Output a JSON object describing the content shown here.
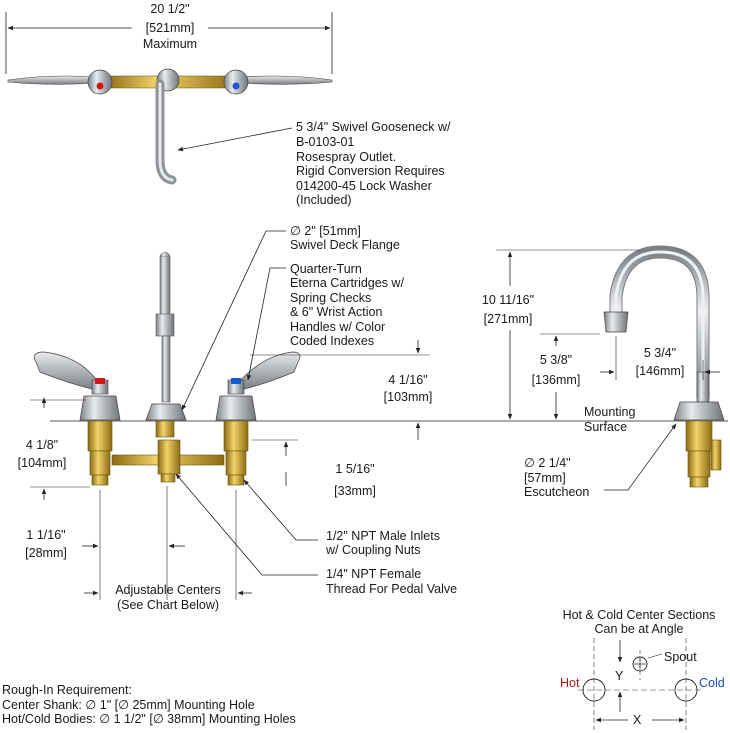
{
  "top_view": {
    "overall_width_in": "20 1/2\"",
    "overall_width_mm": "[521mm]",
    "overall_width_note": "Maximum",
    "gooseneck_note": [
      "5 3/4\" Swivel Gooseneck w/",
      "B-0103-01",
      "Rosespray Outlet.",
      "Rigid Conversion Requires",
      "014200-45 Lock Washer",
      "(Included)"
    ]
  },
  "front_view": {
    "deck_flange": [
      "∅ 2\" [51mm]",
      "Swivel Deck Flange"
    ],
    "cartridge_note": [
      "Quarter-Turn",
      "Eterna Cartridges w/",
      "Spring Checks",
      "& 6\" Wrist Action",
      "Handles w/ Color",
      "Coded Indexes"
    ],
    "handle_height_in": "4 1/16\"",
    "handle_height_mm": "[103mm]",
    "below_deck_in": "4 1/8\"",
    "below_deck_mm": "[104mm]",
    "shank_in": "1 5/16\"",
    "shank_mm": "[33mm]",
    "offset_in": "1 1/16\"",
    "offset_mm": "[28mm]",
    "male_inlets": [
      "1/2\" NPT Male Inlets",
      "w/ Coupling Nuts"
    ],
    "female_thread": [
      "1/4\" NPT Female",
      "Thread For Pedal Valve"
    ],
    "adjustable_centers": [
      "Adjustable Centers",
      "(See Chart Below)"
    ]
  },
  "side_view": {
    "spout_height_in": "10 11/16\"",
    "spout_height_mm": "[271mm]",
    "outlet_height_in": "5 3/8\"",
    "outlet_height_mm": "[136mm]",
    "reach_in": "5 3/4\"",
    "reach_mm": "[146mm]",
    "mounting_surface": [
      "Mounting",
      "Surface"
    ],
    "escutcheon": [
      "∅ 2 1/4\"",
      "[57mm]",
      "Escutcheon"
    ]
  },
  "plan_view": {
    "title": [
      "Hot & Cold Center Sections",
      "Can be at Angle"
    ],
    "spout_label": "Spout",
    "hot_label": "Hot",
    "cold_label": "Cold",
    "y_label": "Y",
    "x_label": "X"
  },
  "rough_in": {
    "heading": "Rough-In Requirement:",
    "center_shank": "Center Shank: ∅ 1\" [∅ 25mm] Mounting Hole",
    "hot_cold_bodies": "Hot/Cold Bodies: ∅ 1 1/2\" [∅ 38mm] Mounting Holes"
  },
  "colors": {
    "hot_index": "#d01a1a",
    "cold_index": "#1a5ad0",
    "brass": "#c9a23a",
    "chrome": "#b8bcc0"
  }
}
